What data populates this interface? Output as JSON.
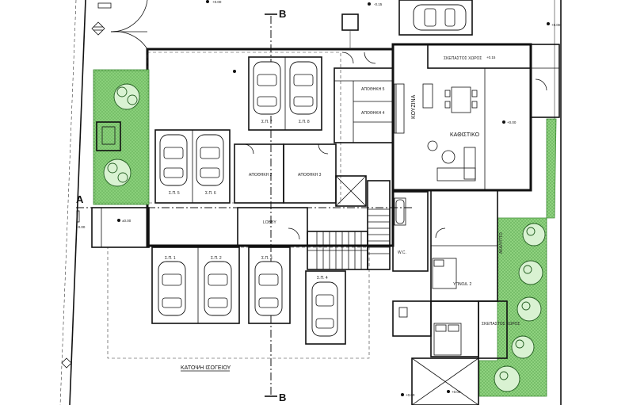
{
  "section_labels": {
    "b_top": "B",
    "b_bottom": "B",
    "a_left": "A"
  },
  "plan_title": "ΚΑΤΟΨΗ ΙΣΟΓΕΙΟΥ",
  "rooms": {
    "kitchen": "ΚΟΥΖΙΝΑ",
    "living": "ΚΑΘΙΣΤΙΚΟ",
    "bedroom2": "ΥΠΝΟΔ. 2",
    "storage2": "ΑΠΟΘΗΚΗ 2",
    "storage3": "ΑΠΟΘΗΚΗ 3",
    "storage5": "ΑΠΟΘΗΚΗ 5",
    "storage4": "ΑΠΟΘΗΚΗ 4",
    "lobby": "LOBBY",
    "covered": "ΣΚΕΠΑΣΤΟΣ ΧΩΡΟΣ",
    "uncovered": "ΑΚΑΛΥΠΤΟ",
    "ws": "W.C."
  },
  "parking_labels": [
    "Σ.Π. 1",
    "Σ.Π. 2",
    "Σ.Π. 3",
    "Σ.Π. 4",
    "Σ.Π. 5",
    "Σ.Π. 6",
    "Σ.Π. 7",
    "Σ.Π. 8"
  ],
  "levels": [
    "+0.00",
    "-0.15",
    "+0.15",
    "±0.00"
  ]
}
